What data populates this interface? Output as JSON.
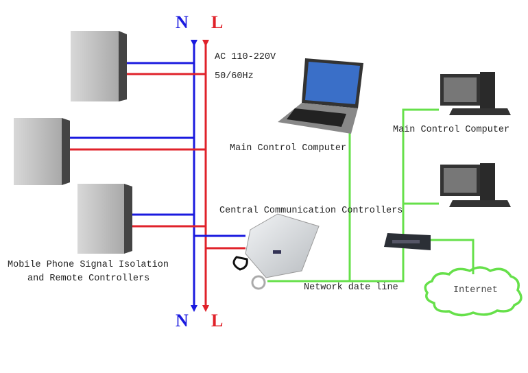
{
  "power": {
    "neutral_label": "N",
    "live_label": "L",
    "spec_voltage": "AC 110-220V",
    "spec_frequency": "50/60Hz"
  },
  "labels": {
    "laptop": "Main Control Computer",
    "desktop": "Main Control Computer",
    "controller": "Central Communication Controllers",
    "cabinets_line1": "Mobile Phone Signal Isolation",
    "cabinets_line2": "and Remote Controllers",
    "network": "Network date line",
    "internet": "Internet"
  },
  "colors": {
    "neutral": "#1a1adf",
    "live": "#e0222a",
    "network": "#66e04a"
  }
}
